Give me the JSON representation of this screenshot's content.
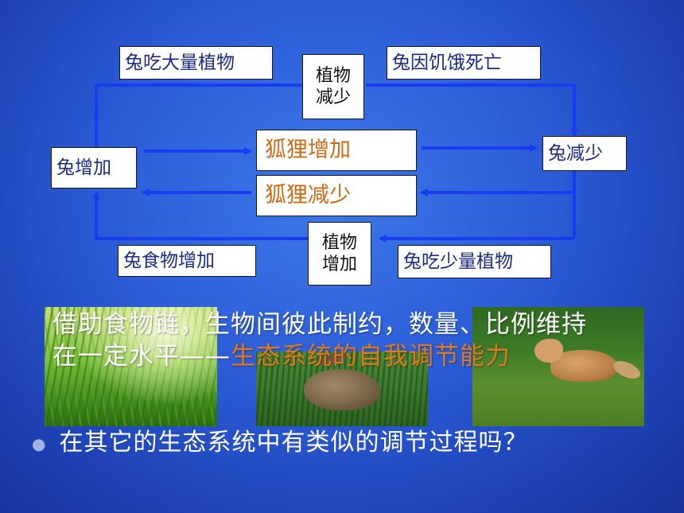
{
  "labels": {
    "rabbit_eat_many": "兔吃大量植物",
    "plant_less": [
      "植物",
      "减少"
    ],
    "rabbit_starve": "兔因饥饿死亡",
    "rabbit_increase": "兔增加",
    "fox_increase": "狐狸增加",
    "rabbit_decrease": "兔减少",
    "fox_decrease": "狐狸减少",
    "plant_more": [
      "植物",
      "增加"
    ],
    "rabbit_food_increase": "兔食物增加",
    "rabbit_eat_few": "兔吃少量植物"
  },
  "caption": {
    "main": "借助食物链，生物间彼此制约，数量、比例维持在一定水平——",
    "highlight": "生态系统的自我调节能力"
  },
  "question": "在其它的生态系统中有类似的调节过程吗？",
  "images": [
    {
      "name": "grass-image"
    },
    {
      "name": "hare-image"
    },
    {
      "name": "fox-image"
    }
  ],
  "colors": {
    "arrow": "#1a3cf0",
    "fox_text": "#d06a12",
    "highlight": "#e07a1a"
  }
}
